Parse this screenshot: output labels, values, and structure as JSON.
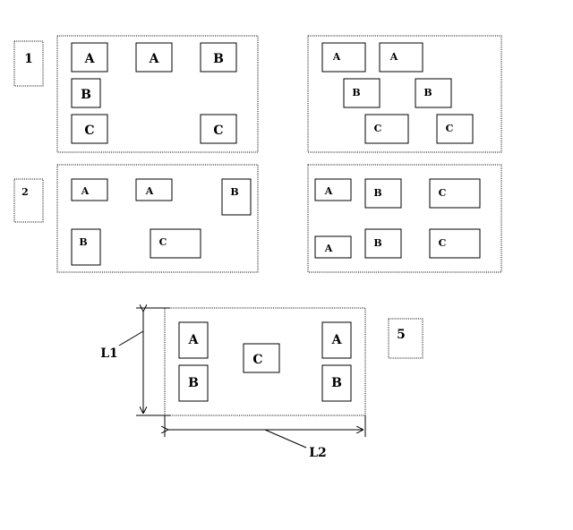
{
  "figures": [
    {
      "number": "1",
      "left": {
        "boxes": [
          "A",
          "A",
          "B",
          "B",
          "C",
          "C"
        ]
      },
      "right": {
        "boxes": [
          "A",
          "A",
          "B",
          "B",
          "C",
          "C"
        ]
      }
    },
    {
      "number": "2",
      "left": {
        "boxes": [
          "A",
          "A",
          "B",
          "B",
          "C"
        ]
      },
      "right": {
        "boxes": [
          "A",
          "B",
          "C",
          "A",
          "B",
          "C"
        ]
      }
    },
    {
      "number": "5",
      "main": {
        "boxes": [
          "A",
          "B",
          "C",
          "A",
          "B"
        ]
      }
    }
  ],
  "dimensions": {
    "height_label": "L1",
    "width_label": "L2"
  }
}
